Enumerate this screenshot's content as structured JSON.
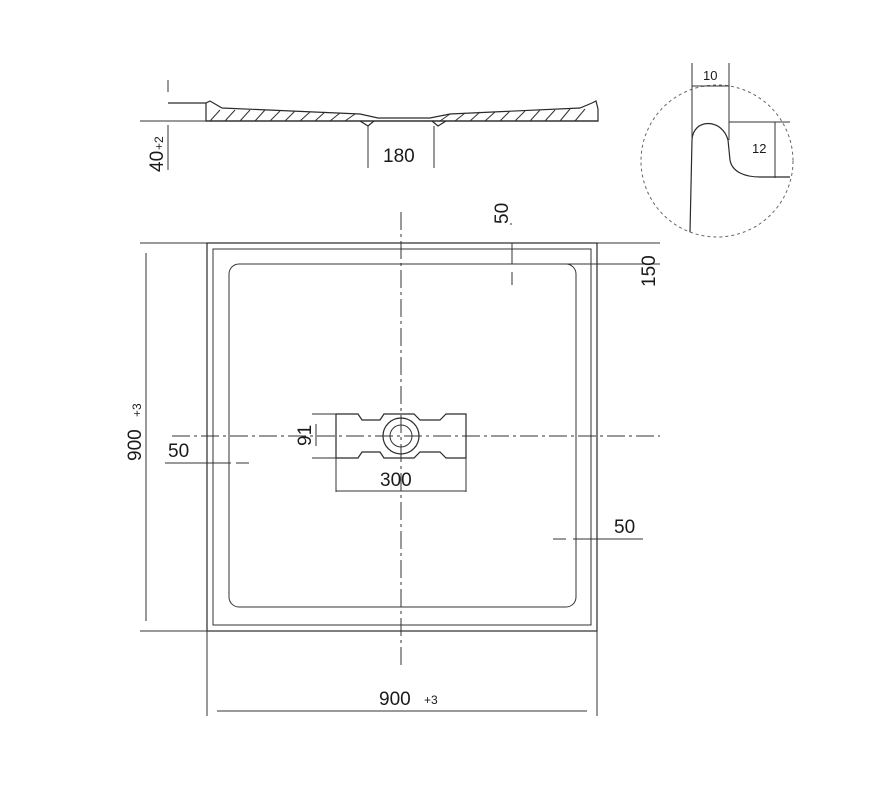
{
  "dimensions": {
    "height": "40",
    "height_tolerance": "+2",
    "drain_section_width": "180",
    "detail_width": "10",
    "detail_depth": "12",
    "top_offset": "50",
    "corner_offset": "150",
    "left_offset": "50",
    "right_offset": "50",
    "drain_height": "91",
    "drain_width": "300",
    "side_length": "900",
    "side_tolerance": "+3",
    "bottom_length": "900",
    "bottom_tolerance": "+3"
  }
}
